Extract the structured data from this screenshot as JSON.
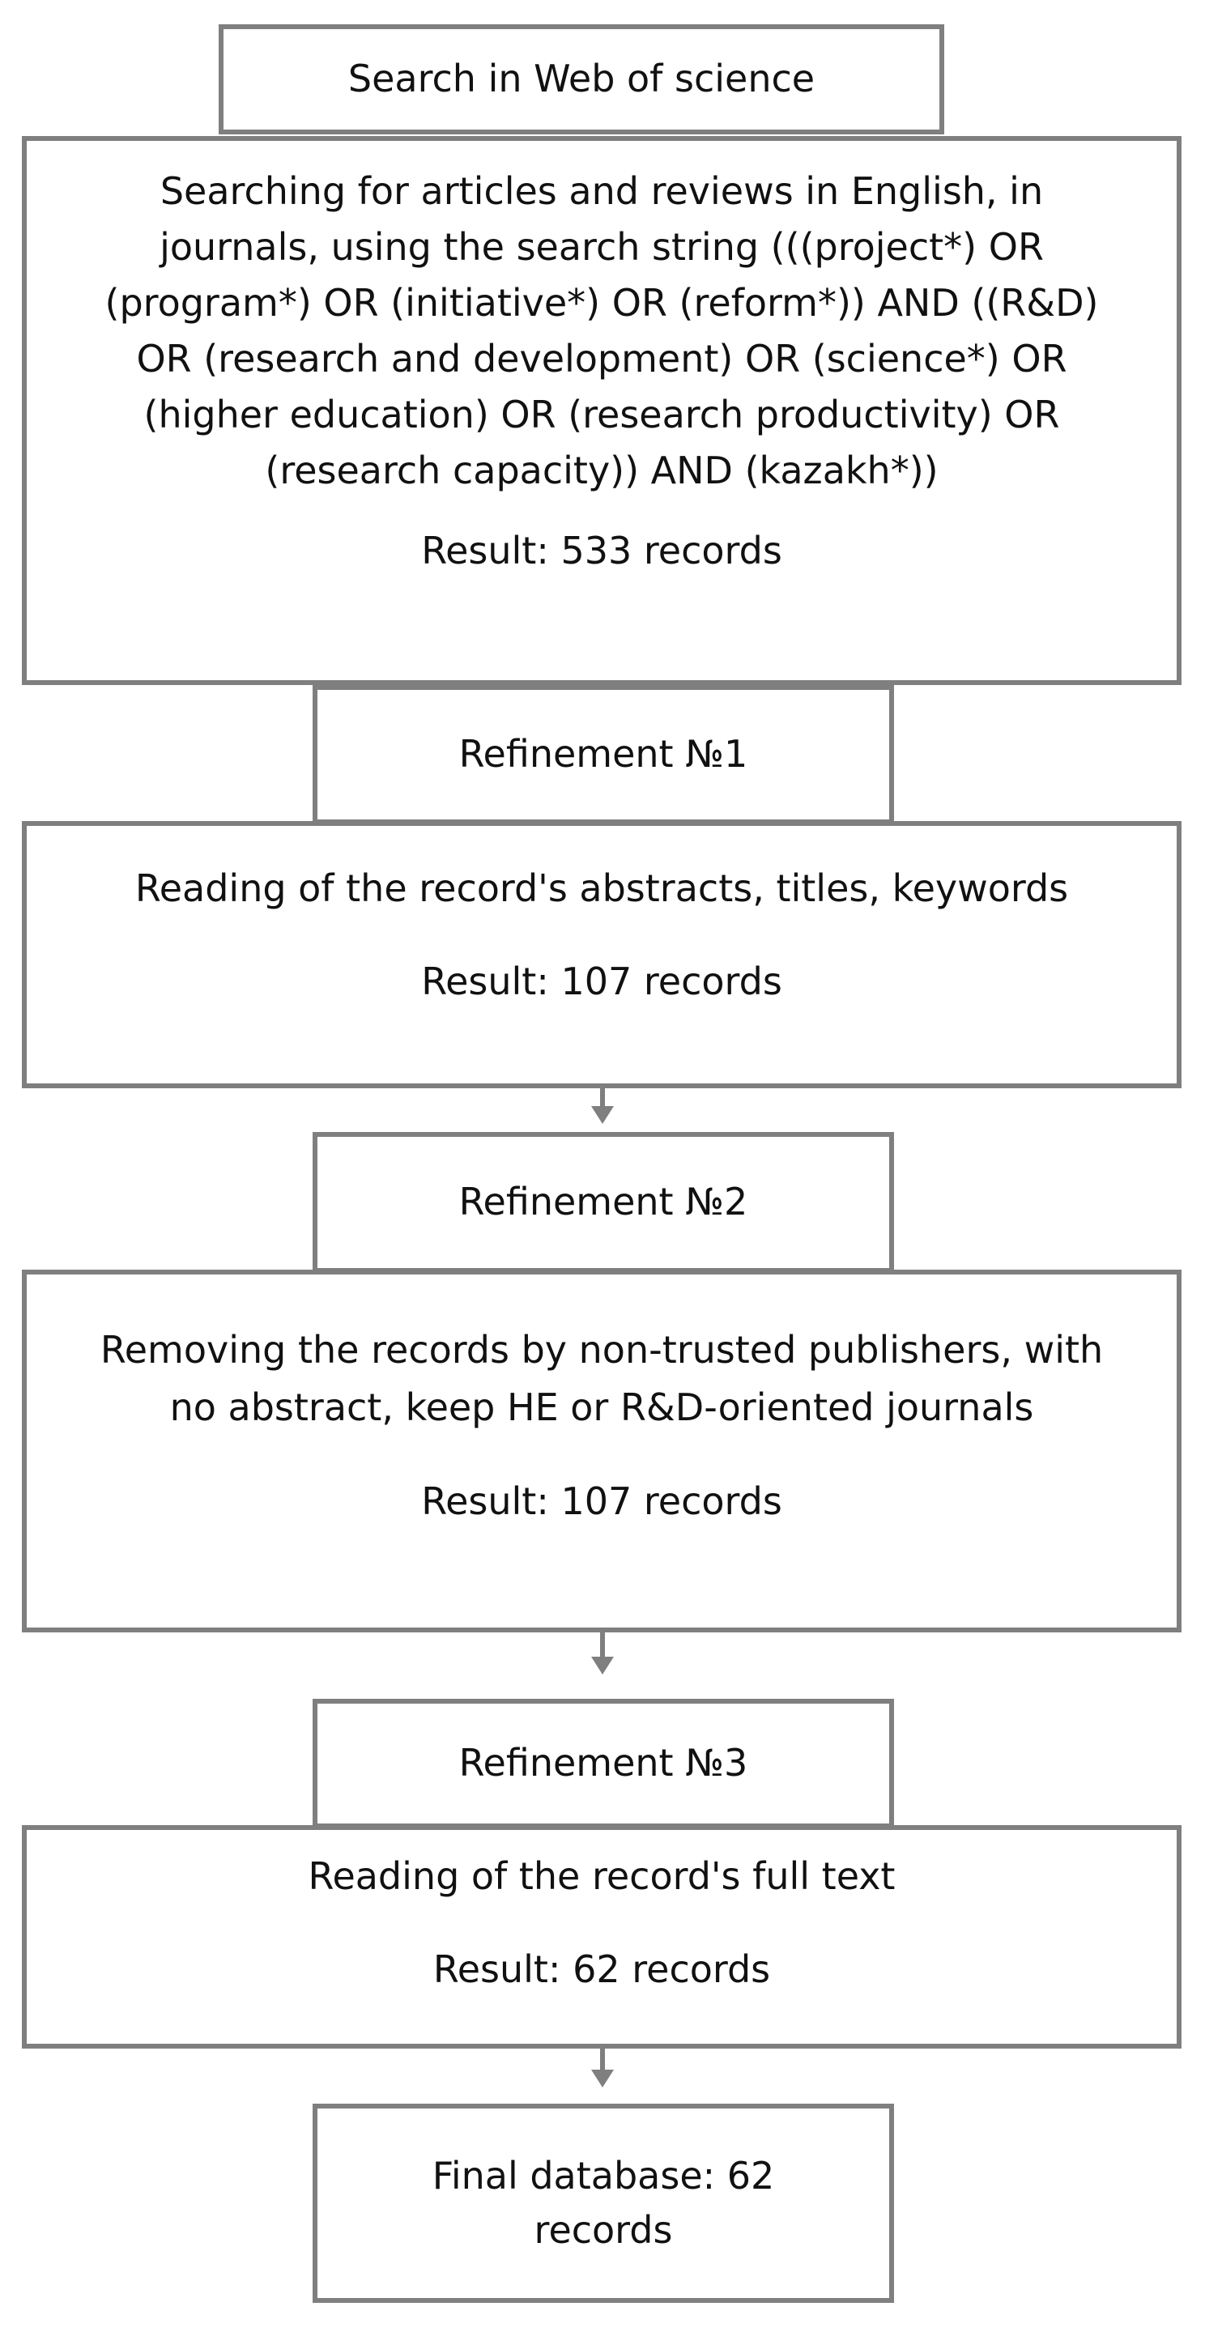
{
  "flowchart": {
    "search_title": "Search in Web of science",
    "search_block": {
      "lines": [
        "Searching for articles and reviews in English, in",
        "journals, using the search string (((project*) OR",
        "(program*) OR (initiative*) OR (reform*)) AND ((R&D)",
        "OR (research and development) OR (science*) OR",
        "(higher education) OR (research productivity) OR",
        "(research capacity)) AND (kazakh*))"
      ],
      "result": "Result: 533 records"
    },
    "refinement_1": {
      "label": "Refinement №1",
      "description_lines": [
        "Reading of the record's abstracts, titles, keywords"
      ],
      "result": "Result: 107 records"
    },
    "refinement_2": {
      "label": "Refinement №2",
      "description_lines": [
        "Removing the records by non-trusted publishers, with",
        "no abstract, keep HE or R&D-oriented journals"
      ],
      "result": "Result: 107 records"
    },
    "refinement_3": {
      "label": "Refinement №3",
      "description_lines": [
        "Reading of the record's full text"
      ],
      "result": "Result: 62 records"
    },
    "final": {
      "lines": [
        "Final database: 62",
        "records"
      ]
    }
  }
}
